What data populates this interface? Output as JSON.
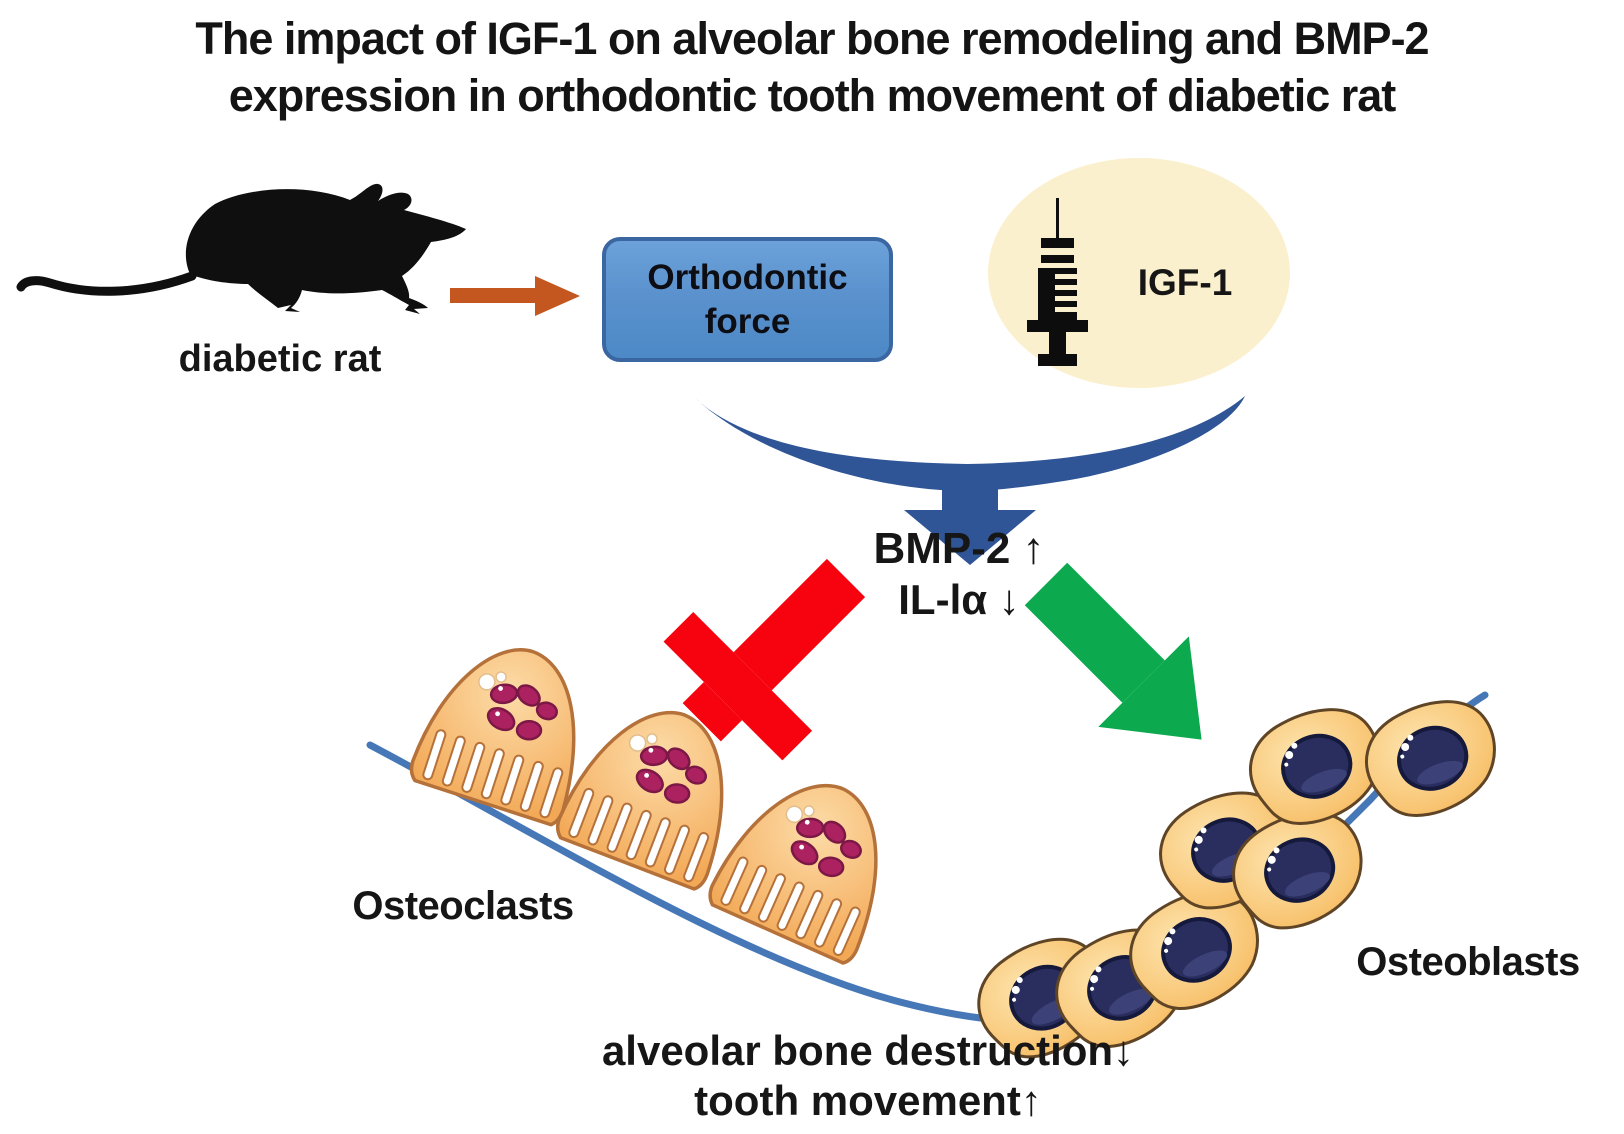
{
  "title": {
    "line1": "The impact of IGF-1 on alveolar bone remodeling and BMP-2",
    "line2": "expression in orthodontic tooth movement of diabetic rat"
  },
  "rat": {
    "label": "diabetic rat"
  },
  "force_box": {
    "line1": "Orthodontic",
    "line2": "force"
  },
  "igf": {
    "label": "IGF-1"
  },
  "mediators": {
    "bmp2": "BMP-2 ↑",
    "il1a": "IL-lα ↓"
  },
  "bone": {
    "osteoclasts_label": "Osteoclasts",
    "osteoblasts_label": "Osteoblasts"
  },
  "outcome": {
    "line1": "alveolar bone destruction↓",
    "line2": "tooth movement↑"
  },
  "icons": {
    "rat": "rat-silhouette-icon",
    "syringe": "syringe-icon",
    "input_arrow": "right-arrow-icon",
    "merge_arrow": "curved-merge-down-arrow-icon",
    "inhibit_arrow": "blocked-arrow-down-left-icon",
    "promote_arrow": "arrow-down-right-icon"
  },
  "colors": {
    "force_box_fill": "#5B92CE",
    "force_box_border": "#3A67A2",
    "igf_ellipse_fill": "#FBF0CD",
    "merge_arrow_blue": "#2F5597",
    "input_arrow_orange": "#C3571F",
    "inhibit_red": "#F70310",
    "promote_green": "#0CA94F",
    "bone_line_blue": "#4677B7",
    "osteoclast_fill": "#F5B269",
    "osteoclast_nucleus": "#AC2160",
    "osteoblast_fill": "#F9CB7B",
    "osteoblast_nucleus": "#2A2E5F",
    "text_black": "#141414"
  }
}
